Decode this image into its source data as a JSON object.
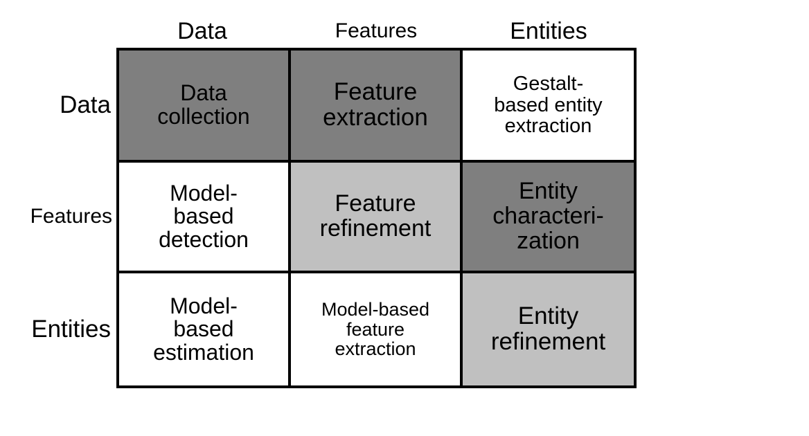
{
  "columns": [
    "Data",
    "Features",
    "Entities"
  ],
  "rows": [
    "Data",
    "Features",
    "Entities"
  ],
  "colors": {
    "dark": "#7f7f7f",
    "light": "#c0c0c0",
    "white": "#ffffff",
    "border": "#000000"
  },
  "cells": [
    [
      {
        "text": "Data\ncollection",
        "shade": "dark"
      },
      {
        "text": "Feature\nextraction",
        "shade": "dark"
      },
      {
        "text": "Gestalt-\nbased entity\nextraction",
        "shade": "white"
      }
    ],
    [
      {
        "text": "Model-\nbased\ndetection",
        "shade": "white"
      },
      {
        "text": "Feature\nrefinement",
        "shade": "light"
      },
      {
        "text": "Entity\ncharacteri-\nzation",
        "shade": "dark"
      }
    ],
    [
      {
        "text": "Model-\nbased\nestimation",
        "shade": "white"
      },
      {
        "text": "Model-based\nfeature\nextraction",
        "shade": "white"
      },
      {
        "text": "Entity\nrefinement",
        "shade": "light"
      }
    ]
  ]
}
